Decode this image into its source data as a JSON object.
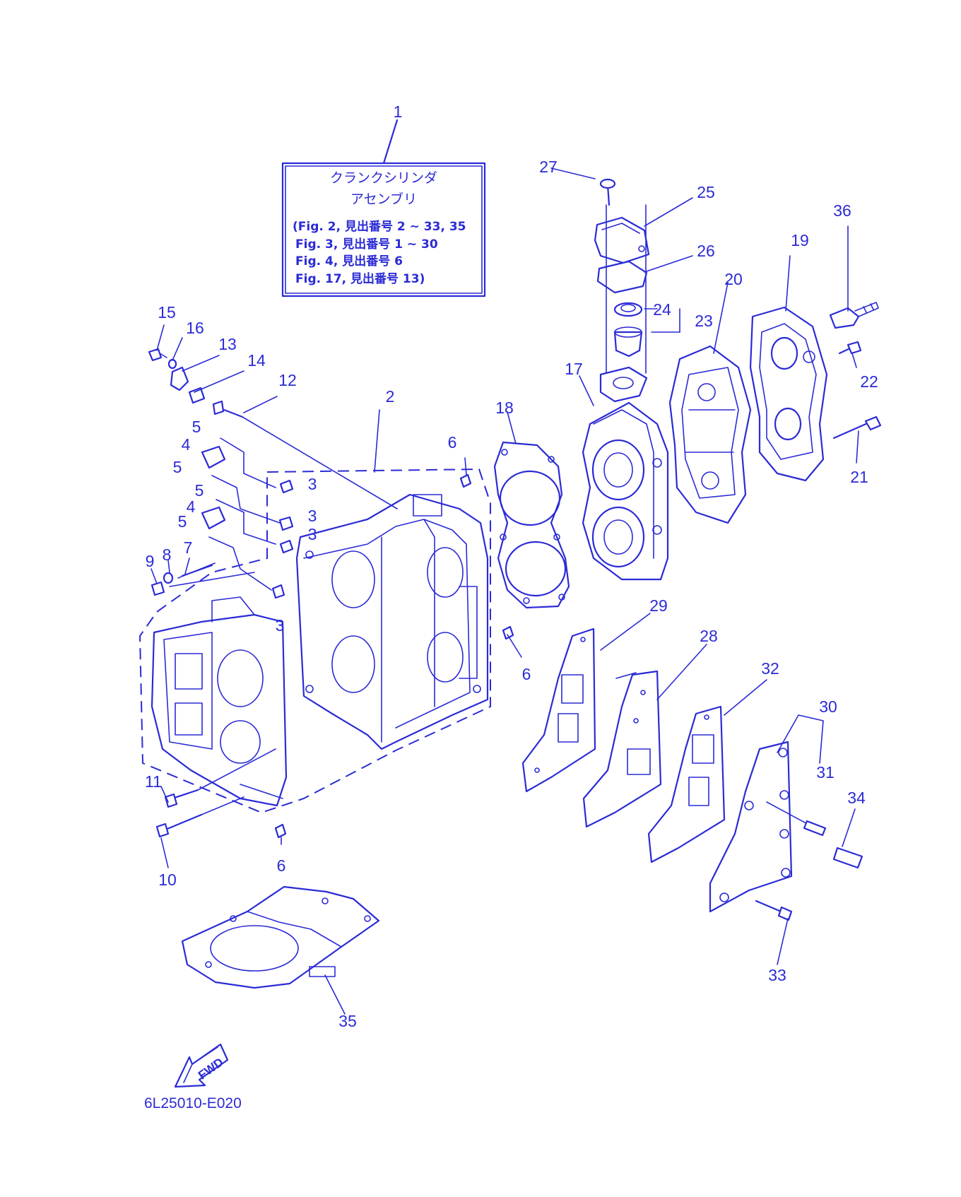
{
  "assembly_box": {
    "line1": "クランクシリンダ",
    "line2": "アセンブリ",
    "ref1": "(Fig. 2, 見出番号 2 ~ 33, 35",
    "ref2": "Fig. 3, 見出番号 1 ~ 30",
    "ref3": "Fig. 4, 見出番号 6",
    "ref4": "Fig. 17, 見出番号 13)"
  },
  "callouts": [
    "1",
    "2",
    "3",
    "4",
    "5",
    "6",
    "7",
    "8",
    "9",
    "10",
    "11",
    "12",
    "13",
    "14",
    "15",
    "16",
    "17",
    "18",
    "19",
    "20",
    "21",
    "22",
    "23",
    "24",
    "25",
    "26",
    "27",
    "28",
    "29",
    "30",
    "31",
    "32",
    "33",
    "34",
    "35",
    "36"
  ],
  "labels": {
    "l1": "1",
    "l2": "2",
    "l3": "3",
    "l4": "4",
    "l5": "5",
    "l6": "6",
    "l7": "7",
    "l8": "8",
    "l9": "9",
    "l10": "10",
    "l11": "11",
    "l12": "12",
    "l13": "13",
    "l14": "14",
    "l15": "15",
    "l16": "16",
    "l17": "17",
    "l18": "18",
    "l19": "19",
    "l20": "20",
    "l21": "21",
    "l22": "22",
    "l23": "23",
    "l24": "24",
    "l25": "25",
    "l26": "26",
    "l27": "27",
    "l28": "28",
    "l29": "29",
    "l30": "30",
    "l31": "31",
    "l32": "32",
    "l33": "33",
    "l34": "34",
    "l35": "35",
    "l36": "36"
  },
  "fwd_arrow": {
    "text": "FWD",
    "icon": "forward-direction-arrow"
  },
  "drawing_code": "6L25010-E020",
  "colors": {
    "ink": "#2b2bd6",
    "background": "#ffffff"
  }
}
